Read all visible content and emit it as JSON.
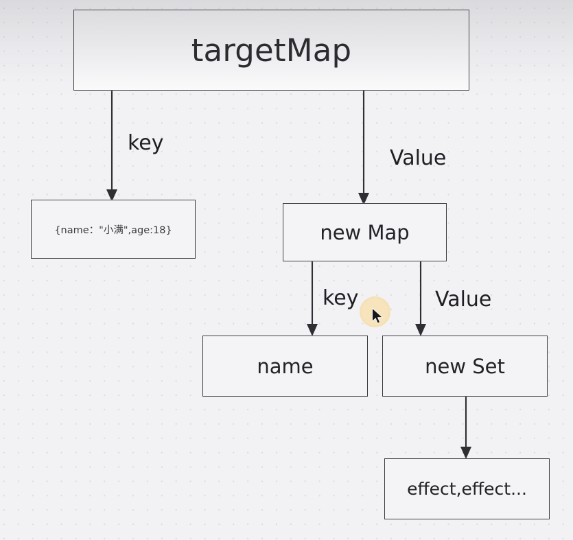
{
  "diagram": {
    "title": "targetMap reactive dependency structure",
    "background_color": "#f2f2f5",
    "grid_dot_color": "#dcdce1",
    "node_border_color": "#3a3a3f",
    "edge_color": "#2e2e33",
    "cursor_highlight_color": "#f3ddb0",
    "nodes": {
      "target_map": "targetMap",
      "object": "{name：\"小满\",age:18}",
      "new_map": "new Map",
      "name": "name",
      "new_set": "new Set",
      "effects": "effect,effect..."
    },
    "edge_labels": {
      "key_1": "key",
      "value_1": "Value",
      "key_2": "key",
      "value_2": "Value"
    }
  }
}
